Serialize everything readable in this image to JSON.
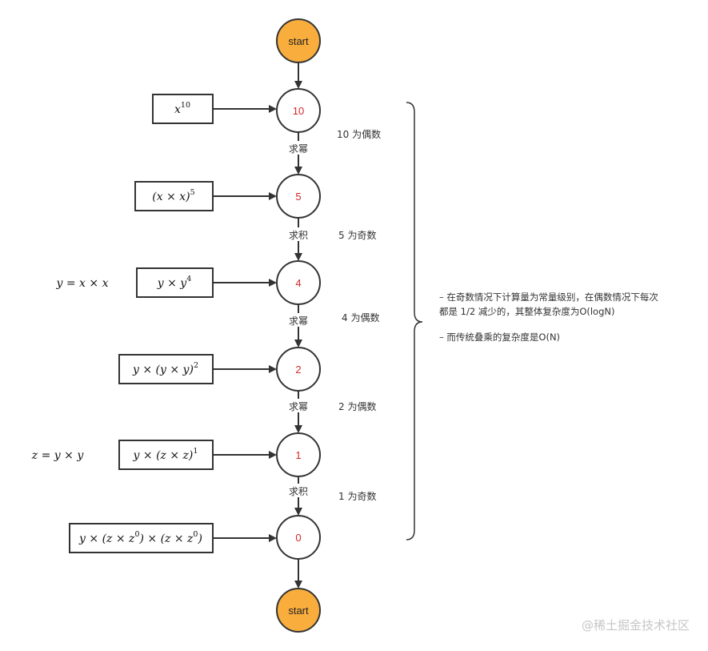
{
  "nodes": [
    {
      "id": "start-top",
      "label": "start",
      "kind": "start"
    },
    {
      "id": "n10",
      "label": "10",
      "kind": "value"
    },
    {
      "id": "n5",
      "label": "5",
      "kind": "value"
    },
    {
      "id": "n4",
      "label": "4",
      "kind": "value"
    },
    {
      "id": "n2",
      "label": "2",
      "kind": "value"
    },
    {
      "id": "n1",
      "label": "1",
      "kind": "value"
    },
    {
      "id": "n0",
      "label": "0",
      "kind": "value"
    },
    {
      "id": "start-bottom",
      "label": "start",
      "kind": "start"
    }
  ],
  "operations": [
    "求幂",
    "求积",
    "求幂",
    "求幂",
    "求积"
  ],
  "notes": [
    "10 为偶数",
    "5 为奇数",
    "4 为偶数",
    "2 为偶数",
    "1 为奇数"
  ],
  "expressions": {
    "e1": {
      "base": "x",
      "exp": "10"
    },
    "e2": {
      "main": "(x × x)",
      "exp": "5"
    },
    "e3": {
      "main": "y × y",
      "exp": "4"
    },
    "e4": {
      "main": "y × (y × y)",
      "exp": "2"
    },
    "e5": {
      "main": "y × (z × z)",
      "exp": "1"
    },
    "e6": {
      "p1": "y × (z × z",
      "sup1": "0",
      "p2": ") × (z × z",
      "sup2": "0",
      "p3": ")"
    }
  },
  "side_equations": {
    "y_def": "y = x × x",
    "z_def": "z = y × y"
  },
  "summary": {
    "line1": "– 在奇数情况下计算量为常量级别，在偶数情况下每次",
    "line2": "都是 1/2 减少的，其整体复杂度为O(logN)",
    "line3": "– 而传统叠乘的复杂度是O(N)"
  },
  "watermark": "@稀土掘金技术社区",
  "colors": {
    "start_fill": "#f9ad3d",
    "node_label": "#d62728",
    "stroke": "#333333"
  }
}
